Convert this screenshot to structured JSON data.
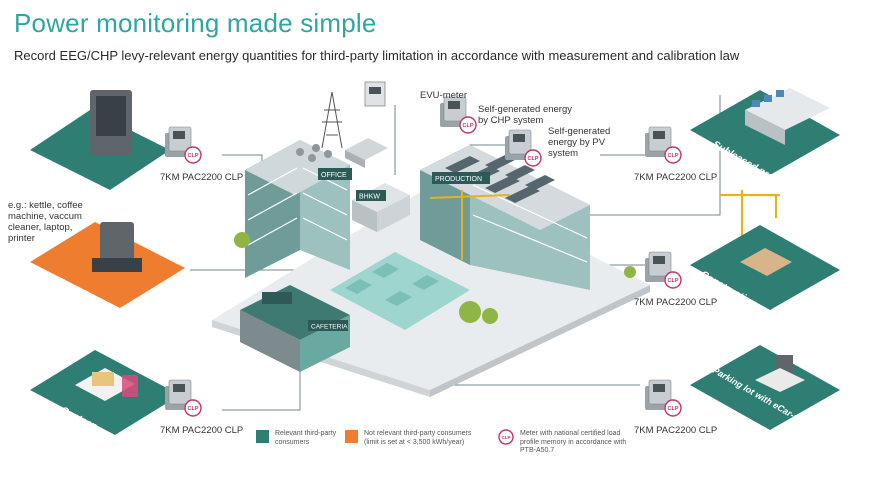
{
  "header": {
    "title": "Power monitoring made simple",
    "subtitle": "Record EEG/CHP levy-relevant energy quantities for third-party limitation in accordance with measurement and calibration law"
  },
  "consumers": {
    "drinks_dispenser": "Drinks dispenser",
    "small_appliances": "Small appliances",
    "canteen": "Canteen",
    "subleased_production_hall": "Subleased production hall",
    "construction_crane": "Construction crane",
    "parking_lot": "Parking lot with eCar-charging stations"
  },
  "annotations": {
    "small_appliances_examples": "e.g.: kettle, coffee machine, vaccum cleaner, laptop, printer",
    "evu_meter": "EVU-meter",
    "chp_meter": "Self-generated energy by CHP system",
    "pv_meter": "Self-generated energy by PV system"
  },
  "meters": {
    "device_label": "7KM PAC2200 CLP",
    "badge": "CLP"
  },
  "buildings": {
    "office": "OFFICE",
    "production": "PRODUCTION",
    "bhkw": "BHKW",
    "cafeteria": "CAFETERIA"
  },
  "legend": {
    "relevant": "Relevant third-party consumers",
    "not_relevant": "Not relevant third-party consumers (limit is set at < 3,500 kWh/year)",
    "meter": "Meter with national certified load profile memory in accordance with PTB-A50.7"
  },
  "colors": {
    "teal": "#2e7e73",
    "orange": "#ee7d2f",
    "clp_badge": "#c4326a",
    "title": "#2fa6a0"
  }
}
